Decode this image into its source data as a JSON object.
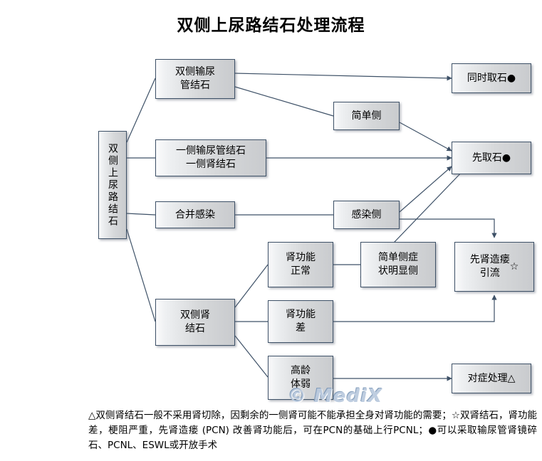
{
  "title": "双侧上尿路结石处理流程",
  "watermark": "© MediX",
  "nodes": {
    "root": "双侧上尿路结石",
    "bilateral_ureteral": "双侧输尿\n管结石",
    "simple_side": "简单侧",
    "simultaneous_removal": "同时取石",
    "simultaneous_removal_mark": "●",
    "one_ureter_one_kidney": "一侧输尿管结石\n一侧肾结石",
    "remove_first": "先取石",
    "remove_first_mark": "●",
    "with_infection": "合并感染",
    "infected_side": "感染侧",
    "renal_function_normal": "肾功能\n正常",
    "simple_side_symptomatic": "简单侧症\n状明显侧",
    "nephrostomy_drainage": "先肾造瘘\n引流",
    "nephrostomy_drainage_mark": "☆",
    "bilateral_kidney_stones": "双侧肾\n结石",
    "renal_function_poor": "肾功能\n差",
    "elderly_frail": "高龄\n体弱",
    "symptomatic_treatment": "对症处理",
    "symptomatic_treatment_mark": "△"
  },
  "footnote": "△双侧肾结石一般不采用肾切除，因剩余的一侧肾可能不能承担全身对肾功能的需要；☆双肾结石，肾功能差，梗阻严重，先肾造瘘 (PCN) 改善肾功能后，可在PCN的基础上行PCNL；●可以采取输尿管肾镜碎石、PCNL、ESWL或开放手术",
  "colors": {
    "node_border": "#3e5167",
    "node_fill_light": "#fbfbfc",
    "node_fill_dark": "#c9cbce",
    "connector": "#3e5167",
    "title_text": "#000000",
    "watermark": "#b9c9de"
  }
}
